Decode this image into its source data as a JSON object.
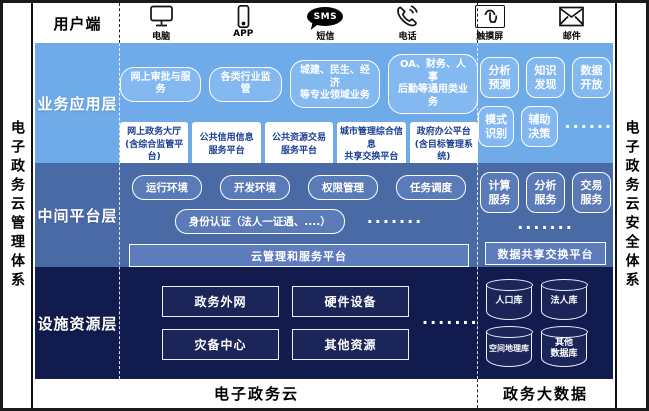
{
  "frame": {
    "left_vertical_label": "电子政务云管理体系",
    "right_vertical_label": "电子政务云安全体系"
  },
  "user_row": {
    "label": "用户端",
    "channels": [
      {
        "icon": "computer-icon",
        "label": "电脑"
      },
      {
        "icon": "app-icon",
        "label": "APP"
      },
      {
        "icon": "sms-icon",
        "label": "短信",
        "badge": "SMS"
      },
      {
        "icon": "phone-icon",
        "label": "电话"
      },
      {
        "icon": "touchscreen-icon",
        "label": "触摸屏"
      },
      {
        "icon": "mail-icon",
        "label": "邮件"
      }
    ]
  },
  "layers": {
    "app": {
      "label": "业务应用层",
      "pills": [
        "网上审批与服务",
        "各类行业监管",
        "城建、民生、经济\n等专业领域业务",
        "OA、财务、人事\n后勤等通用类业务"
      ],
      "platforms": [
        "网上政务大厅\n(含综合监管平台)",
        "公共信用信息\n服务平台",
        "公共资源交易\n服务平台",
        "城市管理综合信息\n共享交换平台",
        "政府办公平台\n(含目标管理系统)"
      ],
      "dots": "·············",
      "right_tiles_row1": [
        "分析\n预测",
        "知识\n发现",
        "数据\n开放"
      ],
      "right_tiles_row2": [
        "模式\n识别",
        "辅助\n决策"
      ],
      "right_dots": "······"
    },
    "mid": {
      "label": "中间平台层",
      "pills": [
        "运行环境",
        "开发环境",
        "权限管理",
        "任务调度"
      ],
      "identity_pill": "身份认证（法人一证通、....）",
      "identity_dots": "·······",
      "platform_bar": "云管理和服务平台",
      "right_tiles": [
        "计算\n服务",
        "分析\n服务",
        "交易\n服务"
      ],
      "right_dots": "·······",
      "right_bar": "数据共享交换平台"
    },
    "infra": {
      "label": "设施资源层",
      "boxes": [
        "政务外网",
        "硬件设备",
        "灾备中心",
        "其他资源"
      ],
      "dots": "·······",
      "databases": [
        "人口库",
        "法人库",
        "空间地理库",
        "其他\n数据库"
      ],
      "right_dots": "······"
    }
  },
  "footer": {
    "left": "电子政务云",
    "right": "政务大数据"
  },
  "colors": {
    "layer_app_bg": "#6fabe8",
    "layer_mid_bg": "#4a6aa6",
    "layer_infra_bg": "#121b4d",
    "pill_app_fill": "#83b8f0",
    "pill_mid_fill": "#5a7ab8",
    "platform_text": "#1c3f94",
    "infra_box_fill": "#1b2557"
  }
}
